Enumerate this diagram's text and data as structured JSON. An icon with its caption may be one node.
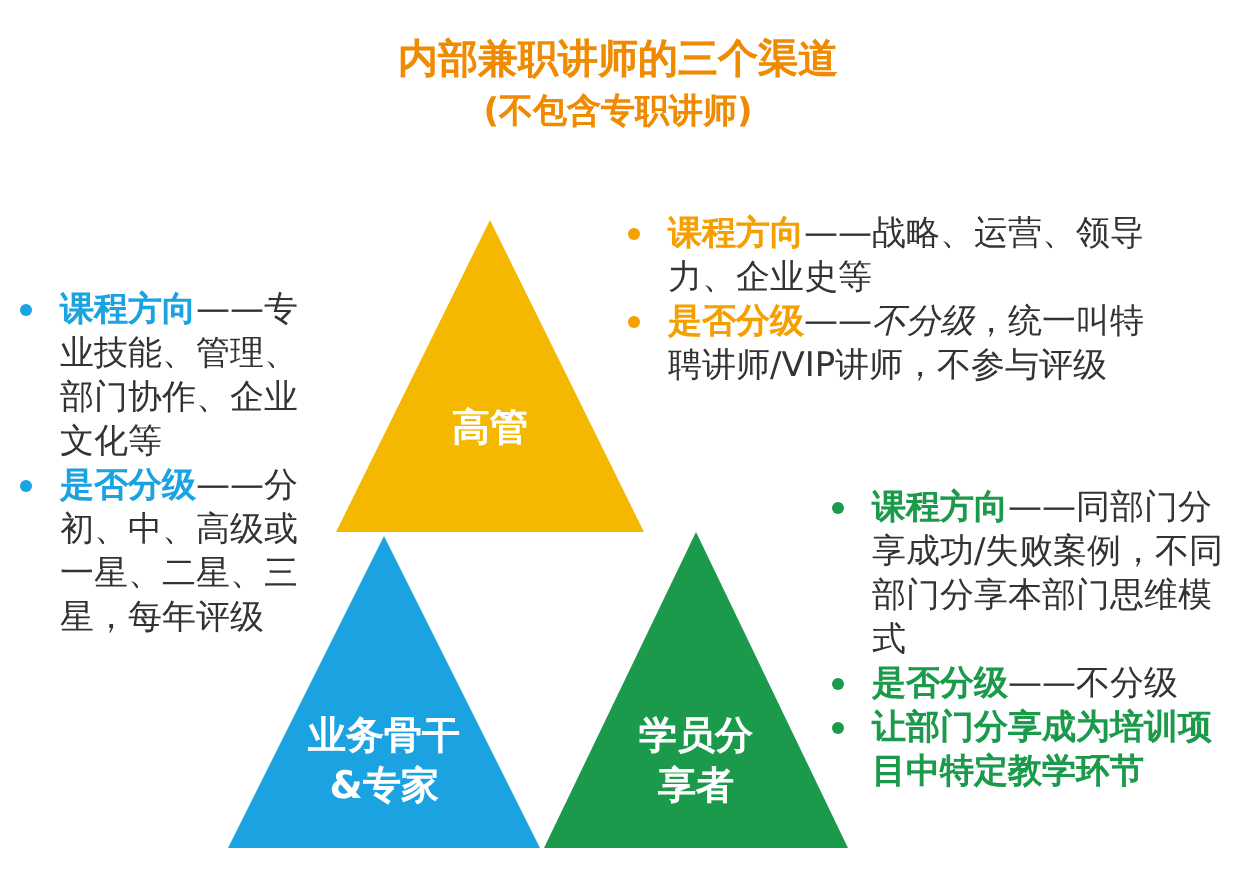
{
  "diagram": {
    "title": "内部兼职讲师的三个渠道",
    "nodes": [
      {
        "text": [
          "高管"
        ],
        "beside": [
          "**课程方向**——战略、运营、领导力、企业史等",
          "**是否分级**——*不分级*，统一叫特聘讲师/VIP讲师，不参与评级"
        ]
      },
      {
        "text": [
          "业务骨干&专家"
        ],
        "beside": [
          "**课程方向**——专业技能、管理、部门协作、企业文化等",
          "**是否分级**——分初、中、高级或一星、二星、三星，每年评级"
        ]
      },
      {
        "text": [
          "学员分享者"
        ],
        "beside": [
          "**课程方向**——同部门分享成功/失败案例，不同部门分享本部门思维模式",
          "**是否分级**——不分级",
          "让部门分享成为培训项目中特定教学环节"
        ]
      }
    ],
    "labels": [
      "(不包含专职讲师)"
    ]
  }
}
